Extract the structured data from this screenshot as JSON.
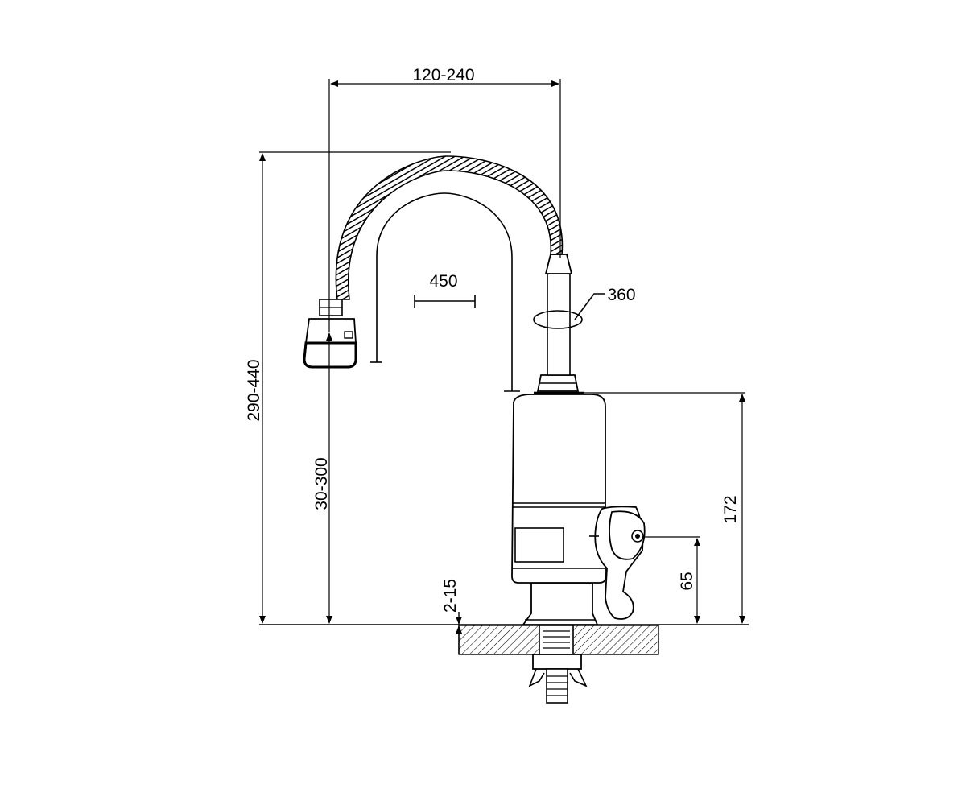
{
  "dimensions": {
    "spout_reach": "120-240",
    "total_height": "290-440",
    "outlet_height": "30-300",
    "bend_radius": "450",
    "rotation": "360",
    "body_height": "172",
    "handle_height": "65",
    "counter_thickness": "2-15"
  },
  "colors": {
    "line": "#000000",
    "background": "#ffffff"
  }
}
